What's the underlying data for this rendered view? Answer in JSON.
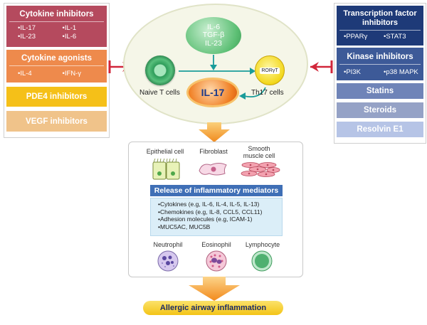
{
  "left_panel": {
    "cytokine_inhibitors": {
      "title": "Cytokine inhibitors",
      "items": [
        "IL-17",
        "IL-1",
        "IL-23",
        "IL-6"
      ]
    },
    "cytokine_agonists": {
      "title": "Cytokine agonists",
      "items": [
        "IL-4",
        "IFN-γ"
      ]
    },
    "pde4": "PDE4 inhibitors",
    "vegf": "VEGF inhibitors"
  },
  "right_panel": {
    "transcription": {
      "title": "Transcription factor inhibitors",
      "items": [
        "PPARγ",
        "STAT3"
      ]
    },
    "kinase": {
      "title": "Kinase inhibitors",
      "items": [
        "PI3K",
        "p38 MAPK"
      ]
    },
    "statins": "Statins",
    "steroids": "Steroids",
    "resolvin": "Resolvin E1"
  },
  "center": {
    "cytokines": [
      "IL-6",
      "TGF-β",
      "IL-23"
    ],
    "naive_label": "Naive T cells",
    "th17_label": "Th17 cells",
    "rorgt": "RORγT",
    "il17": "IL-17"
  },
  "lower": {
    "cells_top": [
      "Epithelial cell",
      "Fibroblast",
      "Smooth muscle cell"
    ],
    "release_title": "Release of inflammatory mediators",
    "mediators": [
      "Cytokines (e.g, IL-6, IL-4, IL-5, IL-13)",
      "Chemokines (e.g, IL-8, CCL5, CCL11)",
      "Adhesion molecules (e.g, ICAM-1)",
      "MUC5AC, MUC5B"
    ],
    "cells_bottom": [
      "Neutrophil",
      "Eosinophil",
      "Lymphocyte"
    ]
  },
  "outcome": "Allergic airway inflammation",
  "colors": {
    "cytokine_inhibitors": "#b54a5e",
    "cytokine_agonists": "#ee8a4c",
    "pde4": "#f5c018",
    "vegf": "#f0c38a",
    "transcription": "#1e3a78",
    "kinase": "#3d5a98",
    "statins": "#6f84b8",
    "steroids": "#95a2c6",
    "resolvin": "#b6c4e6",
    "inhibit_arrow": "#d1263a",
    "teal_arrow": "#1a9c9a",
    "orange_arrow": "#f0a030"
  }
}
